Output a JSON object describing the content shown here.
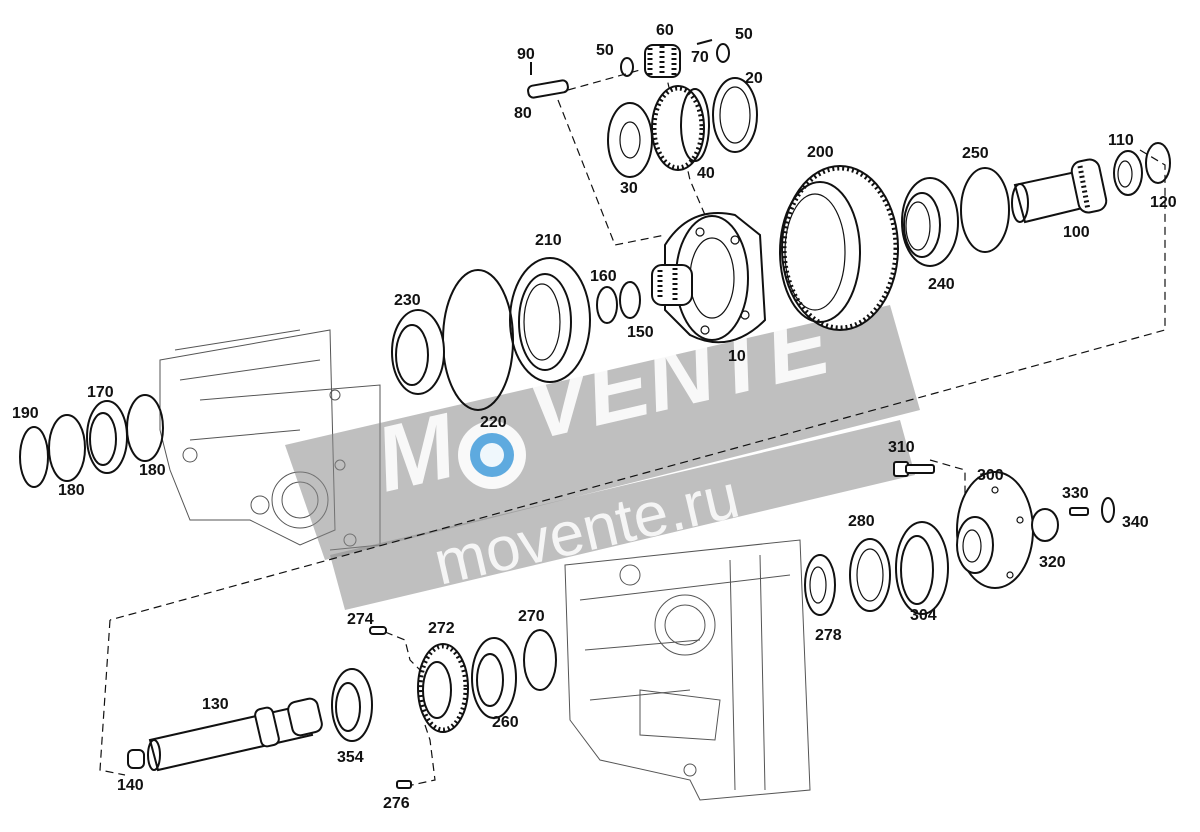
{
  "watermark": {
    "brand": "VENTE",
    "url": "movente.ru",
    "band_color": "#8a8a8a"
  },
  "callouts": [
    {
      "id": "90",
      "text": "90"
    },
    {
      "id": "80",
      "text": "80"
    },
    {
      "id": "50a",
      "text": "50"
    },
    {
      "id": "60",
      "text": "60"
    },
    {
      "id": "70",
      "text": "70"
    },
    {
      "id": "50b",
      "text": "50"
    },
    {
      "id": "20",
      "text": "20"
    },
    {
      "id": "30",
      "text": "30"
    },
    {
      "id": "40",
      "text": "40"
    },
    {
      "id": "200",
      "text": "200"
    },
    {
      "id": "250",
      "text": "250"
    },
    {
      "id": "110",
      "text": "110"
    },
    {
      "id": "120",
      "text": "120"
    },
    {
      "id": "100",
      "text": "100"
    },
    {
      "id": "240",
      "text": "240"
    },
    {
      "id": "210",
      "text": "210"
    },
    {
      "id": "160",
      "text": "160"
    },
    {
      "id": "150",
      "text": "150"
    },
    {
      "id": "10",
      "text": "10"
    },
    {
      "id": "230",
      "text": "230"
    },
    {
      "id": "220",
      "text": "220"
    },
    {
      "id": "170",
      "text": "170"
    },
    {
      "id": "190",
      "text": "190"
    },
    {
      "id": "180a",
      "text": "180"
    },
    {
      "id": "180b",
      "text": "180"
    },
    {
      "id": "310",
      "text": "310"
    },
    {
      "id": "300",
      "text": "300"
    },
    {
      "id": "330",
      "text": "330"
    },
    {
      "id": "340",
      "text": "340"
    },
    {
      "id": "320",
      "text": "320"
    },
    {
      "id": "280",
      "text": "280"
    },
    {
      "id": "278",
      "text": "278"
    },
    {
      "id": "304",
      "text": "304"
    },
    {
      "id": "274",
      "text": "274"
    },
    {
      "id": "272",
      "text": "272"
    },
    {
      "id": "270",
      "text": "270"
    },
    {
      "id": "130",
      "text": "130"
    },
    {
      "id": "354",
      "text": "354"
    },
    {
      "id": "260",
      "text": "260"
    },
    {
      "id": "140",
      "text": "140"
    },
    {
      "id": "276",
      "text": "276"
    }
  ]
}
